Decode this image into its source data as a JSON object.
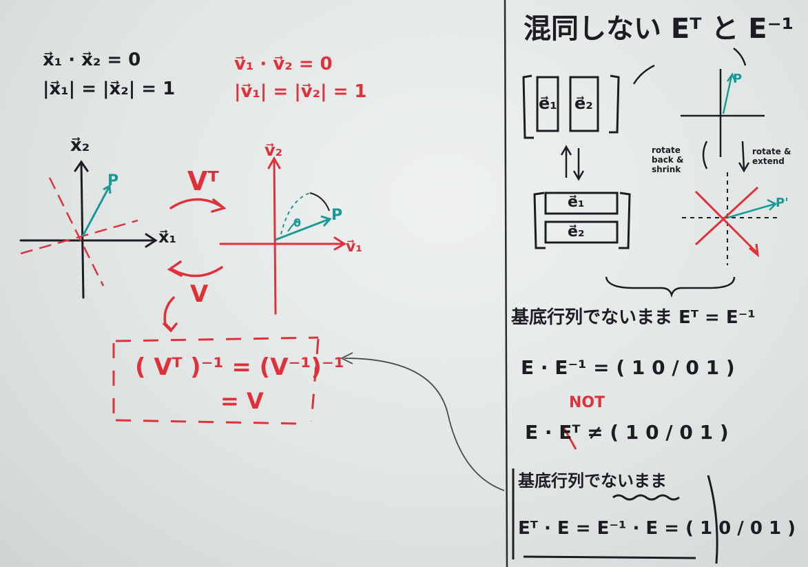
{
  "left": {
    "black_eq1": "x⃗₁ · x⃗₂ = 0",
    "black_eq2": "|x⃗₁| = |x⃗₂| = 1",
    "red_eq1": "v⃗₁ · v⃗₂ = 0",
    "red_eq2": "|v⃗₁| = |v⃗₂| = 1",
    "axis_x1": "x⃗₁",
    "axis_x2": "x⃗₂",
    "axis_v1": "v⃗₁",
    "axis_v2": "v⃗₂",
    "point_p_left": "P",
    "point_p_right": "P",
    "theta": "θ",
    "vt_label": "Vᵀ",
    "v_label": "V",
    "box_line1": "( Vᵀ )⁻¹ = (V⁻¹)⁻¹",
    "box_line2": "= V"
  },
  "right": {
    "heading": "混同しない Eᵀ と E⁻¹",
    "col_e1": "e⃗₁",
    "col_e2": "e⃗₂",
    "row_e1": "e⃗₁",
    "row_e2": "e⃗₂",
    "rotate_back": "rotate back & shrink",
    "rotate_extend": "rotate & extend",
    "p_top": "P",
    "p_bottom": "P'",
    "basis_line": "基底行列でないまま Eᵀ = E⁻¹",
    "eq_inverse": "E · E⁻¹ = ( 1 0 / 0 1 )",
    "not_label": "NOT",
    "eq_transpose": "E · Eᵀ ≠ ( 1 0 / 0 1 )",
    "basis_line2": "基底行列でないまま",
    "eq_final": "Eᵀ · E = E⁻¹ · E = ( 1 0 / 0 1 )"
  },
  "colors": {
    "black_ink": "#1c1c22",
    "red_ink": "#e0313b",
    "teal_ink": "#1a9a96",
    "board": "#e6eaea"
  }
}
